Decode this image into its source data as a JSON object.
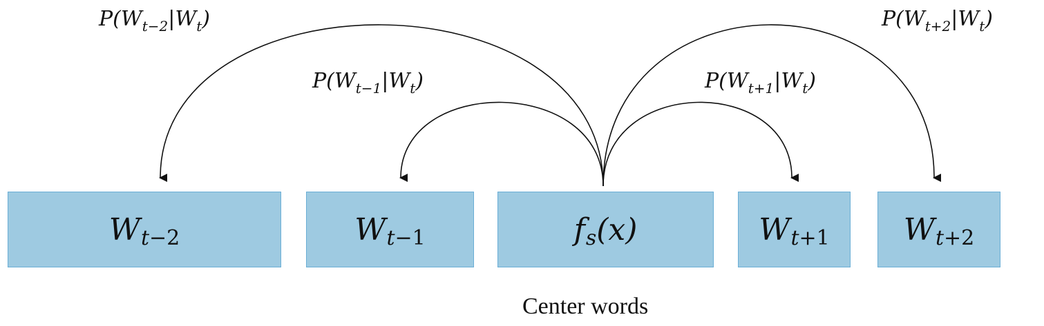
{
  "boxes": [
    {
      "id": "w-t-minus-2",
      "base": "W",
      "sub_var": "t",
      "sub_op": "−",
      "sub_num": "2"
    },
    {
      "id": "w-t-minus-1",
      "base": "W",
      "sub_var": "t",
      "sub_op": "−",
      "sub_num": "1"
    },
    {
      "id": "fs-x",
      "text": "f",
      "sub": "s",
      "rest": "(x)"
    },
    {
      "id": "w-t-plus-1",
      "base": "W",
      "sub_var": "t",
      "sub_op": "+",
      "sub_num": "1"
    },
    {
      "id": "w-t-plus-2",
      "base": "W",
      "sub_var": "t",
      "sub_op": "+",
      "sub_num": "2"
    }
  ],
  "labels": {
    "p_minus2": {
      "pre": "P(W",
      "sub": "t−2",
      "mid": "|W",
      "sub2": "t",
      "post": ")"
    },
    "p_minus1": {
      "pre": "P(W",
      "sub": "t−1",
      "mid": "|W",
      "sub2": "t",
      "post": ")"
    },
    "p_plus1": {
      "pre": "P(W",
      "sub": "t+1",
      "mid": "|W",
      "sub2": "t",
      "post": ")"
    },
    "p_plus2": {
      "pre": "P(W",
      "sub": "t+2",
      "mid": "|W",
      "sub2": "t",
      "post": ")"
    }
  },
  "caption": "Center words",
  "colors": {
    "box_fill": "#9ecae1",
    "box_border": "#6aaed6",
    "stroke": "#111111"
  }
}
